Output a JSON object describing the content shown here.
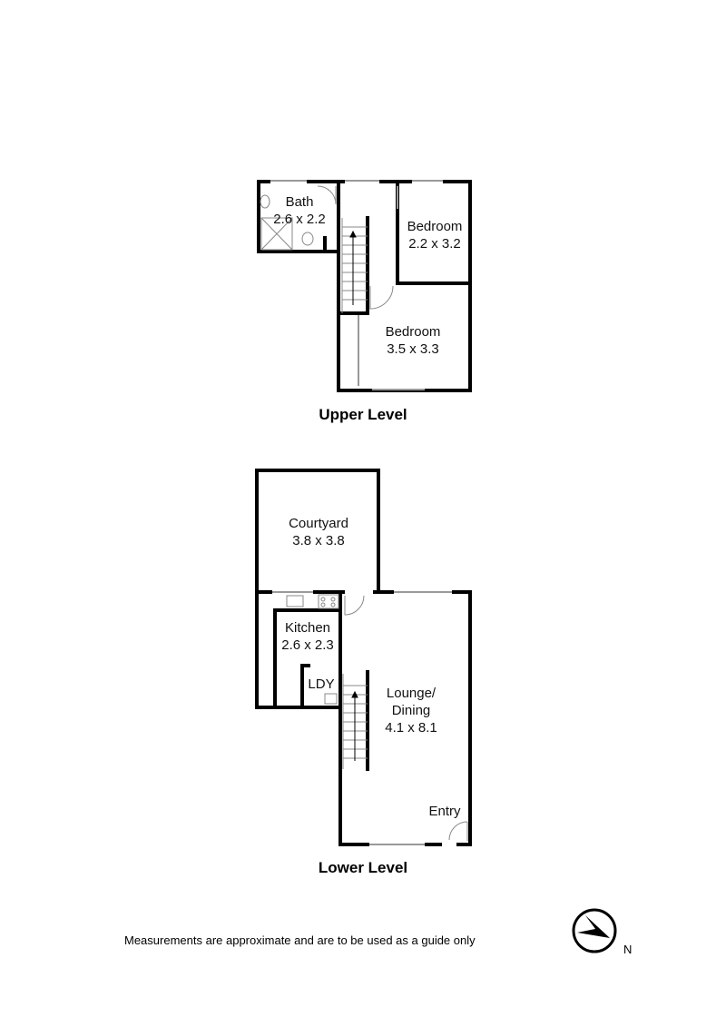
{
  "upper_level": {
    "title": "Upper Level",
    "rooms": [
      {
        "name": "Bath",
        "size": "2.6 x 2.2"
      },
      {
        "name": "Bedroom",
        "size": "2.2 x 3.2"
      },
      {
        "name": "Bedroom",
        "size": "3.5 x 3.3"
      }
    ]
  },
  "lower_level": {
    "title": "Lower Level",
    "rooms": [
      {
        "name": "Courtyard",
        "size": "3.8 x 3.8"
      },
      {
        "name": "Kitchen",
        "size": "2.6 x 2.3"
      },
      {
        "name": "LDY"
      },
      {
        "name": "Lounge/",
        "name2": "Dining",
        "size": "4.1 x 8.1"
      },
      {
        "name": "Entry"
      }
    ]
  },
  "footer": {
    "disclaimer": "Measurements are approximate and are to be used as a guide only",
    "north_label": "N"
  },
  "icons": {
    "compass": "north-arrow-icon"
  }
}
